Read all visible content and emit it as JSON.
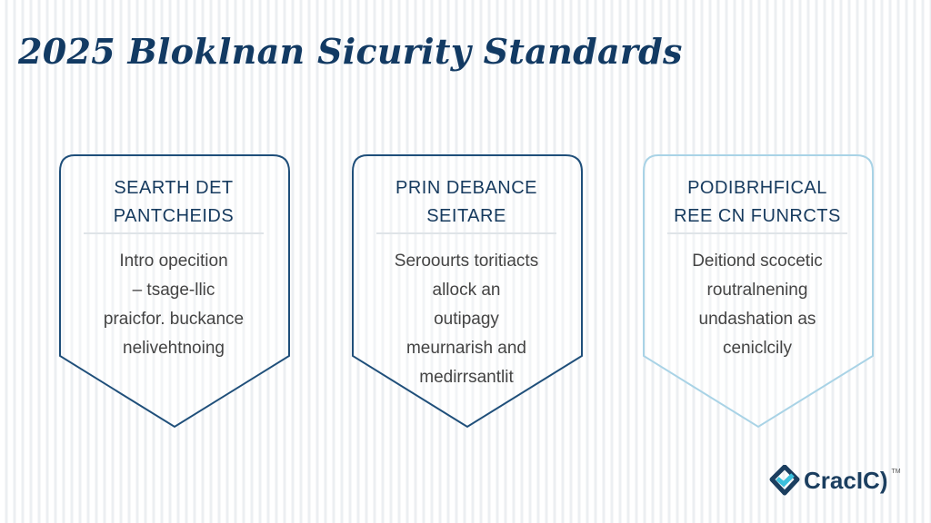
{
  "title": "2025 Bloklnan Sicurity Standards",
  "cards": [
    {
      "heading": [
        "SEARTH DET",
        "PANTCHEIDS"
      ],
      "body": [
        "Intro opecition",
        "– tsage-llic",
        "praicfor. buckance",
        "nelivehtnoing"
      ],
      "border_color": "#1f4f7a"
    },
    {
      "heading": [
        "PRIN DEBANCE",
        "SEITARE"
      ],
      "body": [
        "Seroourts toritiacts",
        "allock an",
        "outipagy",
        "meurnarish and",
        "medirrsantlit"
      ],
      "border_color": "#1f4f7a"
    },
    {
      "heading": [
        "PODIBRHFICAL",
        "REE CN FUNRCTS"
      ],
      "body": [
        "Deitiond scocetic",
        "routralnening",
        "undashation as",
        "ceniclcily"
      ],
      "border_color": "#a9d3e6"
    }
  ],
  "logo": {
    "text": "CracIC)",
    "tm": "TM",
    "icon": "shield-check-icon",
    "accent": "#3cc0dc"
  }
}
